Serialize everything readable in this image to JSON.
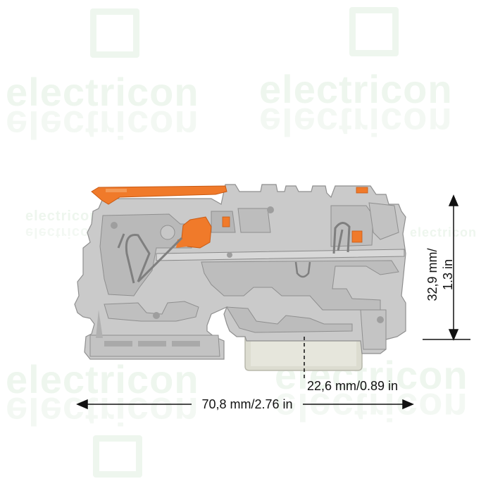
{
  "watermark": {
    "brand_text": "electricon",
    "logo_icon": "electricon-logo-icon"
  },
  "dimensions": {
    "width_label": "70,8 mm/2.76 in",
    "height_label_line1": "32,9 mm/",
    "height_label_line2": "1.3 in",
    "depth_label": "22,6 mm/0.89 in"
  },
  "colors": {
    "housing": "#c9c9c9",
    "housing_dark": "#a9a9a9",
    "lever": "#f07a2a",
    "rail": "#dcdcd0",
    "spring": "#8c8c8c",
    "watermark": "#eef6ee",
    "dimension_line": "#111111"
  }
}
